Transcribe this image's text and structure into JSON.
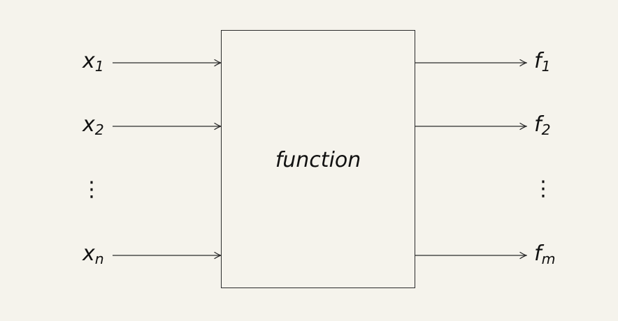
{
  "diagram": {
    "background_color": "#f5f3ec",
    "line_color": "#2b2b2b",
    "text_color": "#111111",
    "box": {
      "label": "function"
    },
    "inputs": [
      {
        "base": "x",
        "sub": "1"
      },
      {
        "base": "x",
        "sub": "2"
      },
      {
        "base": "x",
        "sub": "n"
      }
    ],
    "outputs": [
      {
        "base": "f",
        "sub": "1"
      },
      {
        "base": "f",
        "sub": "2"
      },
      {
        "base": "f",
        "sub": "m"
      }
    ],
    "ellipsis": "⋮"
  }
}
